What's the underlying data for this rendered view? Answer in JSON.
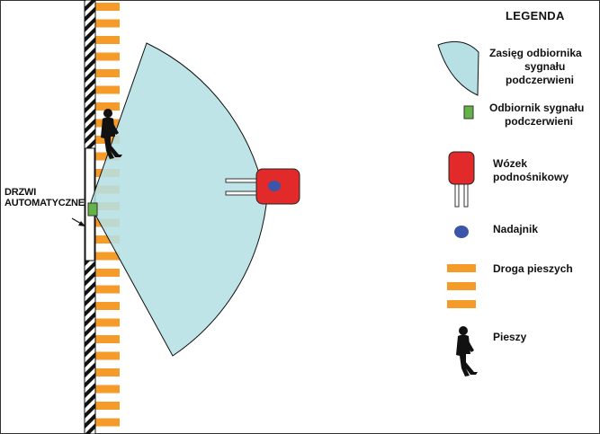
{
  "legend": {
    "title": "LEGENDA",
    "items": [
      {
        "key": "range",
        "lines": [
          "Zasięg odbiornika",
          "sygnału",
          "podczerwieni"
        ]
      },
      {
        "key": "receiver",
        "lines": [
          "Odbiornik sygnału",
          "podczerwieni"
        ]
      },
      {
        "key": "forklift",
        "lines": [
          "Wózek",
          "podnośnikowy"
        ]
      },
      {
        "key": "transmitter",
        "lines": [
          "Nadajnik"
        ]
      },
      {
        "key": "walkway",
        "lines": [
          "Droga pieszych"
        ]
      },
      {
        "key": "pedestrian",
        "lines": [
          "Pieszy"
        ]
      }
    ]
  },
  "door_label": {
    "lines": [
      "DRZWI",
      "AUTOMATYCZNE"
    ]
  },
  "colors": {
    "sensor_range": "#b6e0e4",
    "receiver": "#63b346",
    "forklift": "#e22a2a",
    "transmitter": "#3b55a8",
    "walkway": "#f59b29",
    "pedestrian": "#111111",
    "wall_hatch": "#111111"
  }
}
